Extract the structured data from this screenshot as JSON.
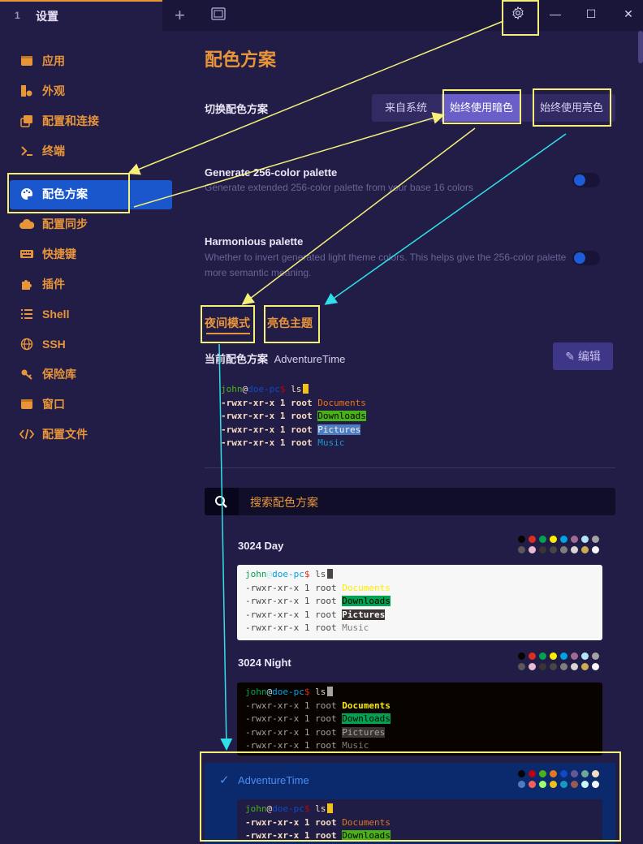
{
  "titlebar": {
    "tab_number": "1",
    "tab_title": "设置",
    "new_tab_glyph": "+",
    "window_icon_glyph": "▢",
    "settings_icon": "gear-icon",
    "minimize_glyph": "—",
    "maximize_glyph": "☐",
    "close_glyph": "✕"
  },
  "sidebar": {
    "items": [
      {
        "label": "应用",
        "icon": "app-window-icon"
      },
      {
        "label": "外观",
        "icon": "appearance-icon"
      },
      {
        "label": "配置和连接",
        "icon": "profiles-icon"
      },
      {
        "label": "终端",
        "icon": "terminal-icon"
      },
      {
        "label": "配色方案",
        "icon": "palette-icon"
      },
      {
        "label": "配置同步",
        "icon": "cloud-icon"
      },
      {
        "label": "快捷键",
        "icon": "keyboard-icon"
      },
      {
        "label": "插件",
        "icon": "puzzle-icon"
      },
      {
        "label": "Shell",
        "icon": "list-icon"
      },
      {
        "label": "SSH",
        "icon": "globe-icon"
      },
      {
        "label": "保险库",
        "icon": "key-icon"
      },
      {
        "label": "窗口",
        "icon": "window-icon"
      },
      {
        "label": "配置文件",
        "icon": "code-icon"
      }
    ],
    "active_index": 4
  },
  "main": {
    "title": "配色方案",
    "switch_label": "切换配色方案",
    "switch_options": [
      "来自系统",
      "始终使用暗色",
      "始终使用亮色"
    ],
    "switch_selected": 1,
    "palette256": {
      "label": "Generate 256-color palette",
      "desc": "Generate extended 256-color palette from your base 16 colors",
      "on": true
    },
    "harmonious": {
      "label": "Harmonious palette",
      "desc": "Whether to invert generated light theme colors. This helps give the 256-color palette more semantic meaning.",
      "on": true
    },
    "subtabs": [
      "夜间模式",
      "亮色主题"
    ],
    "current_label": "当前配色方案",
    "current_name": "AdventureTime",
    "edit_label": "编辑",
    "search_placeholder": "搜索配色方案"
  },
  "terminal_sample": {
    "user": "john",
    "at": "@",
    "host": "doe-pc",
    "prompt": "$",
    "cmd": "ls",
    "perm_bold": "-rwxr-xr-x 1 root",
    "perm": "-rwxr-xr-x 1 root",
    "files": [
      "Documents",
      "Downloads",
      "Pictures",
      "Music"
    ]
  },
  "schemes": [
    {
      "name": "3024 Day",
      "dots": [
        "#090300",
        "#db2d20",
        "#01a252",
        "#fded02",
        "#01a0e4",
        "#a16a94",
        "#b5e4f4",
        "#a5a2a2",
        "#5c5855",
        "#e8bbd0",
        "#3a3432",
        "#4a4543",
        "#807d7c",
        "#d6d5d4",
        "#cdab53",
        "#f7f7f7"
      ]
    },
    {
      "name": "3024 Night",
      "dots": [
        "#090300",
        "#db2d20",
        "#01a252",
        "#fded02",
        "#01a0e4",
        "#a16a94",
        "#b5e4f4",
        "#a5a2a2",
        "#5c5855",
        "#e8bbd0",
        "#3a3432",
        "#4a4543",
        "#807d7c",
        "#d6d5d4",
        "#cdab53",
        "#f7f7f7"
      ]
    },
    {
      "name": "AdventureTime",
      "selected": true,
      "dots": [
        "#050404",
        "#bd0013",
        "#4ab118",
        "#e7741e",
        "#0f4ac6",
        "#665993",
        "#70a598",
        "#f8dcc0",
        "#4e7cbf",
        "#fc5f5a",
        "#9eff6e",
        "#efc11a",
        "#1997c6",
        "#9b5953",
        "#c8faf4",
        "#f6f5fb"
      ]
    }
  ],
  "colors": {
    "accent": "#e8953a",
    "active_blue": "#1a56cc",
    "annotation": "#f5f07a",
    "annotation_cyan": "#2fe0e8"
  }
}
